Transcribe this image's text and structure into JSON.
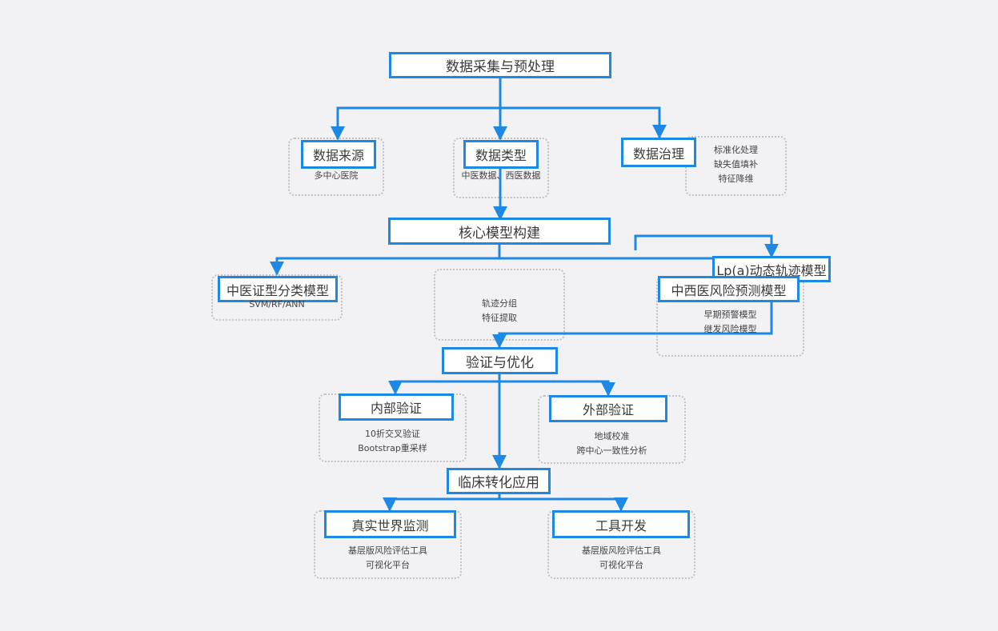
{
  "colors": {
    "accent": "#1e88e5",
    "background": "#f2f2f4",
    "group_border": "#c4c4c8"
  },
  "nodes": {
    "n1": "数据采集与预处理",
    "n2": "数据来源",
    "n3": "数据类型",
    "n4": "数据治理",
    "n5": "核心模型构建",
    "n6": "中医证型分类模型",
    "n7": "Lp(a)动态轨迹模型",
    "n8": "中西医风险预测模型",
    "n9": "验证与优化",
    "n10": "内部验证",
    "n11": "外部验证",
    "n12": "临床转化应用",
    "n13": "真实世界监测",
    "n14": "工具开发"
  },
  "notes": {
    "source": [
      "多中心医院"
    ],
    "type": [
      "中医数据、西医数据"
    ],
    "governance": [
      "标准化处理",
      "缺失值填补",
      "特征降维"
    ],
    "tcm": [
      "SVM/RF/ANN"
    ],
    "trajectory": [
      "轨迹分组",
      "特征提取"
    ],
    "risk": [
      "早期预警模型",
      "继发风险模型"
    ],
    "internal": [
      "10折交叉验证",
      "Bootstrap重采样"
    ],
    "external": [
      "地域校准",
      "跨中心一致性分析"
    ],
    "rwm": [
      "基层版风险评估工具",
      "可视化平台"
    ],
    "tool": [
      "基层版风险评估工具",
      "可视化平台"
    ]
  }
}
